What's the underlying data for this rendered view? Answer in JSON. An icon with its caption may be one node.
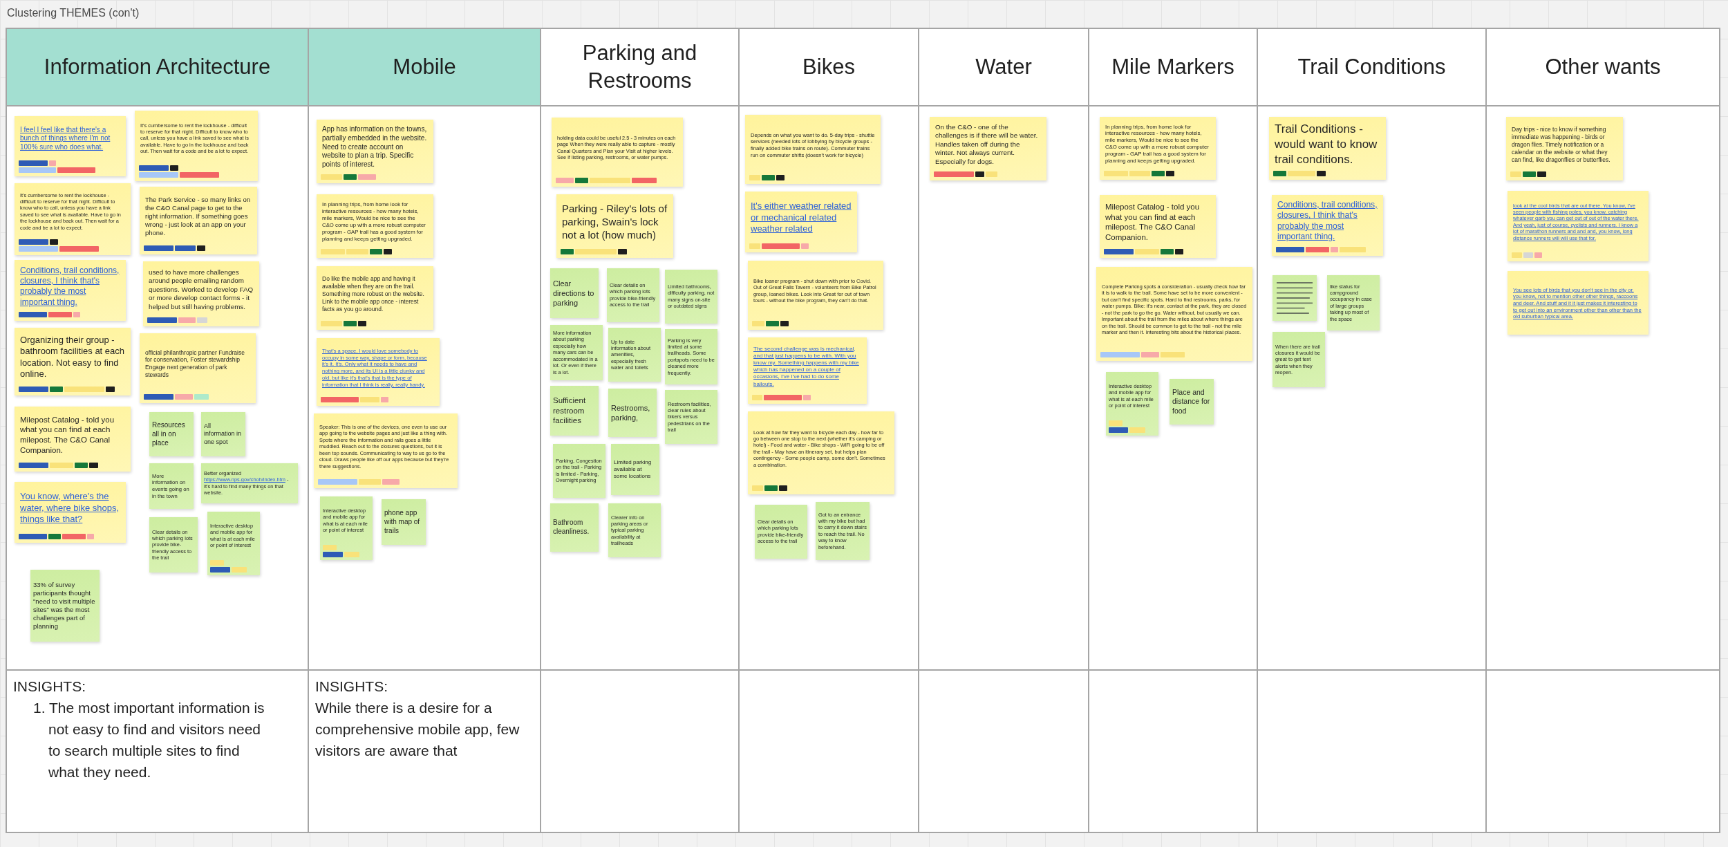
{
  "diagram": {
    "title": "Clustering THEMES (con't)",
    "nodes": [
      {
        "text": [
          "Information Architecture",
          "INSIGHTS:",
          "1. The most important information is not easy to find and visitors need to search multiple sites to find what they need."
        ]
      },
      {
        "text": [
          "I feel I feel like that there's a bunch of things where I'm not 100% sure who does what."
        ],
        "in": 0
      },
      {
        "text": [
          "It's cumbersome to rent the lockhouse - difficult to reserve for that night. Difficult to know who to call, unless you have a link saved to see what is available. Have to go in the lockhouse and back out. Then wait for a code and be a lot to expect."
        ],
        "in": 0
      },
      {
        "text": [
          "It's cumbersome to rent the lockhouse - difficult to reserve for that night. Difficult to know who to call, unless you have a link saved to see what is available. Have to go in the lockhouse and back out. Then wait for a code and be a lot to expect."
        ],
        "in": 0
      },
      {
        "text": [
          "The Park Service - so many links on the C&O Canal page to get to the right information. If something goes wrong - just look at an app on your phone."
        ],
        "in": 0
      },
      {
        "text": [
          "Conditions, trail conditions, closures, I think that's probably the most important thing."
        ],
        "in": 0
      },
      {
        "text": [
          "used to have more challenges around people emailing random questions. Worked to develop FAQ or more develop contact forms - it helped but still having problems."
        ],
        "in": 0
      },
      {
        "text": [
          "Organizing their group - bathroom facilities at each location. Not easy to find online."
        ],
        "in": 0
      },
      {
        "text": [
          "official philanthropic partner Fundraise for conservation, Foster stewardship Engage next generation of park stewards"
        ],
        "in": 0
      },
      {
        "text": [
          "Milepost Catalog - told you what you can find at each milepost. The C&O Canal Companion."
        ],
        "in": 0
      },
      {
        "text": [
          "Resources all in on place"
        ],
        "in": 0
      },
      {
        "text": [
          "All information in one spot"
        ],
        "in": 0
      },
      {
        "text": [
          "More information on events going on in the town"
        ],
        "in": 0
      },
      {
        "text": [
          "Better organized https://www.nps.gov/choh/index.htm - It's hard to find many things on that website."
        ],
        "in": 0
      },
      {
        "text": [
          "You know, where's the water, where bike shops, things like that?"
        ],
        "in": 0
      },
      {
        "text": [
          "Clear details on which parking lots provide bike-friendly access to the trail"
        ],
        "in": 0
      },
      {
        "text": [
          "Interactive desktop and mobile app for what is at each mile or point of interest"
        ],
        "in": 0
      },
      {
        "text": [
          "33% of survey participants thought \"need to visit multiple sites\" was the most challenges part of planning"
        ],
        "in": 0
      },
      {
        "text": [
          "Mobile",
          "INSIGHTS:",
          "While there is a desire for a comprehensive mobile app, few visitors are aware that"
        ]
      },
      {
        "text": [
          "App has information on the towns, partially embedded in the website. Need to create account on website to plan a trip. Specific points of interest."
        ],
        "in": 18
      },
      {
        "text": [
          "In planning trips, from home look for interactive resources - how many hotels, mile markers, Would be nice to see the C&O come up with a more robust computer program - GAP trail has a good system for planning and keeps getting upgraded."
        ],
        "in": 18
      },
      {
        "text": [
          "Do like the mobile app and having it available when they are on the trail. Something more robust on the website. Link to the mobile app once - interest facts as you go around."
        ],
        "in": 18
      },
      {
        "text": [
          "That's a space, I would love somebody to occupy in some way, shape or form, because it's it. It's. Only what it needs to have and nothing more, and its UI is a little clunky and old, but like it's that's that is the type of information that I think is really, really handy."
        ],
        "in": 18
      },
      {
        "text": [
          "Speaker: This is one of the devices, one even to use our app going to the website pages and just like a thing with. Spots where the information and rails goes a little muddled. Reach out to the closures questions, but it is been top sounds. Communicating to way to us go to the cloud. Draws people like off our apps because but they're there suggestions."
        ],
        "in": 18
      },
      {
        "text": [
          "Interactive desktop and mobile app for what is at each mile or point of interest"
        ],
        "in": 18
      },
      {
        "text": [
          "phone app with map of trails"
        ],
        "in": 18
      },
      {
        "text": [
          "Parking and Restrooms"
        ]
      },
      {
        "text": [
          "holding data could be useful 2.5 - 3 minutes on each page When they were really able to capture - mostly Canal Quarters and Plan your Visit at higher levels. See if listing parking, restrooms, or water pumps."
        ],
        "in": 26
      },
      {
        "text": [
          "Parking - Riley's lots of parking, Swain's lock not a lot (how much)"
        ],
        "in": 26
      },
      {
        "text": [
          "Clear directions to parking"
        ],
        "in": 26
      },
      {
        "text": [
          "Clear details on which parking lots provide bike-friendly access to the trail"
        ],
        "in": 26
      },
      {
        "text": [
          "Limited bathrooms, difficulty parking, not many signs on-site or outdated signs"
        ],
        "in": 26
      },
      {
        "text": [
          "More information about parking especially how many cars can be accommodated in a lot. Or even if there is a lot."
        ],
        "in": 26
      },
      {
        "text": [
          "Up to date information about amenities, especially fresh water and toilets"
        ],
        "in": 26
      },
      {
        "text": [
          "Parking is very limited at some trailheads. Some portapots need to be cleaned more frequently."
        ],
        "in": 26
      },
      {
        "text": [
          "Sufficient restroom facilities"
        ],
        "in": 26
      },
      {
        "text": [
          "Restrooms, parking,"
        ],
        "in": 26
      },
      {
        "text": [
          "Restroom facilities, clear rules about bikers versus pedestrians on the trail"
        ],
        "in": 26
      },
      {
        "text": [
          "Parking, Congestion on the trail - Parking is limited - Parking, Overnight parking"
        ],
        "in": 26
      },
      {
        "text": [
          "Limited parking available at some locations"
        ],
        "in": 26
      },
      {
        "text": [
          "Bathroom cleanliness."
        ],
        "in": 26
      },
      {
        "text": [
          "Clearer info on parking areas or typical parking availability at trailheads"
        ],
        "in": 26
      },
      {
        "text": [
          "Bikes"
        ]
      },
      {
        "text": [
          "Depends on what you want to do. 5-day trips - shuttle services (needed lots of lobbying by bicycle groups - finally added bike trains on route). Commuter trains run on commuter shifts (doesn't work for bicycle)"
        ],
        "in": 42
      },
      {
        "text": [
          "It's either weather related or mechanical related weather related"
        ],
        "in": 42
      },
      {
        "text": [
          "Bike loaner program - shut down with prior to Covid. Out of Great Falls Tavern - volunteers from Bike Patrol group, loaned bikes. Look into Great for out of town tours - without the bike program, they can't do that."
        ],
        "in": 42
      },
      {
        "text": [
          "The second challenge was is mechanical, and that just happens to be with. With you know my. Something happens with my bike which has happened on a couple of occasions, I've I've had to do some bailouts."
        ],
        "in": 42
      },
      {
        "text": [
          "Look at how far they want to bicycle each day - how far to go between one stop to the next (whether it's camping or hotel) - Food and water - Bike shops - WiFi going to be off the trail - May have an itinerary set, but helps plan contingency - Some people camp, some don't. Sometimes a combination."
        ],
        "in": 42
      },
      {
        "text": [
          "Clear details on which parking lots provide bike-friendly access to the trail"
        ],
        "in": 42
      },
      {
        "text": [
          "Got to an entrance with my bike but had to carry it down stairs to reach the trail. No way to know beforehand."
        ],
        "in": 42
      },
      {
        "text": [
          "Water"
        ]
      },
      {
        "text": [
          "On the C&O - one of the challenges is if there will be water. Handles taken off during the winter. Not always current. Especially for dogs."
        ],
        "in": 50
      },
      {
        "text": [
          "Mile Markers"
        ]
      },
      {
        "text": [
          "In planning trips, from home look for interactive resources - how many hotels, mile markers, Would be nice to see the C&O come up with a more robust computer program - GAP trail has a good system for planning and keeps getting upgraded."
        ],
        "in": 52
      },
      {
        "text": [
          "Milepost Catalog - told you what you can find at each milepost. The C&O Canal Companion."
        ],
        "in": 52
      },
      {
        "text": [
          "Complete Parking spots a consideration - usually check how far it is to walk to the trail. Some have set to be more convenient - but can't find specific spots. Hard to find restrooms, parks, for water pumps. Bike: it's near, contact at the park, they are closed - not the park to go the go. Water without, but usually we can. Important about the trail from the miles about where things are on the trail. Should be common to get to the trail - not the mile marker and then it. Interesting bits about the historical places."
        ],
        "in": 52
      },
      {
        "text": [
          "Interactive desktop and mobile app for what is at each mile or point of interest"
        ],
        "in": 52
      },
      {
        "text": [
          "Place and distance for food"
        ],
        "in": 52
      },
      {
        "text": [
          "Trail Conditions"
        ]
      },
      {
        "text": [
          "Trail Conditions - would want to know trail conditions."
        ],
        "in": 58
      },
      {
        "text": [
          "Conditions, trail conditions, closures, I think that's probably the most important thing."
        ],
        "in": 58
      },
      {
        "text": [],
        "shape": "box",
        "in": 58
      },
      {
        "text": [
          "like status for campground occupancy in case of large groups taking up most of the space"
        ],
        "in": 58
      },
      {
        "text": [
          "When there are trail closures it would be great to get text alerts when they reopen."
        ],
        "in": 58
      },
      {
        "text": [
          "Other wants"
        ]
      },
      {
        "text": [
          "Day trips - nice to know if something immediate was happening - birds or dragon flies. Timely notification or a calendar on the website or what they can find, like dragonflies or butterflies."
        ],
        "in": 64
      },
      {
        "text": [
          "look at the cool birds that are out there. You know, I've seen people with fishing poles, you know, catching whatever garb you can get out of out of the water there. And yeah, just of course, cyclists and runners. I know a lot of marathon runners and and and, you know, long distance runners will will use that for."
        ],
        "in": 64
      },
      {
        "text": [
          "You see lots of birds that you don't see in the city or, you know, not to mention other other things, raccoons and deer. And stuff and it it just makes it interesting to to get out into an environment other than other than the old suburban typical area."
        ],
        "in": 64
      }
    ]
  }
}
